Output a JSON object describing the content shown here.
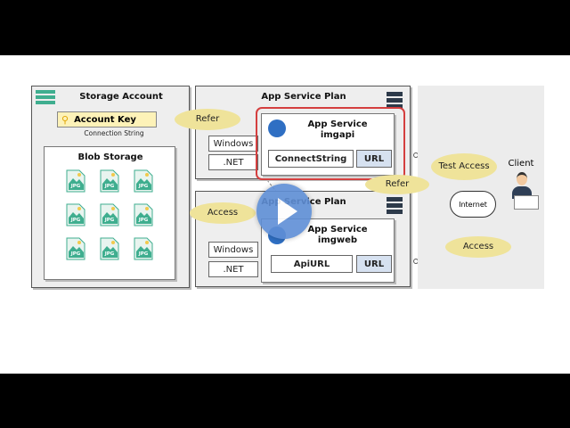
{
  "storage": {
    "title": "Storage Account",
    "account_key": "Account Key",
    "connection_string": "Connection String",
    "blob_title": "Blob Storage",
    "file_label": "JPG"
  },
  "plan_top": {
    "title": "App Service Plan",
    "os": "Windows",
    "runtime": ".NET",
    "service_title": "App Service",
    "service_name": "imgapi",
    "setting": "ConnectString",
    "url": "URL"
  },
  "plan_bottom": {
    "title": "App Service Plan",
    "os": "Windows",
    "runtime": ".NET",
    "service_title": "App Service",
    "service_name": "imgweb",
    "setting": "ApiURL",
    "url": "URL"
  },
  "client": {
    "label": "Client",
    "internet": "Internet"
  },
  "bubbles": {
    "refer_top": "Refer",
    "refer_mid": "Refer",
    "access_blob": "Access",
    "test_access": "Test Access",
    "access_client": "Access"
  },
  "colors": {
    "highlight": "#d43f3f",
    "bubble": "#efe39a",
    "url_fill": "#d6e1f0",
    "storage_icon": "#3fae8f",
    "play_button": "#5f8fd6"
  }
}
